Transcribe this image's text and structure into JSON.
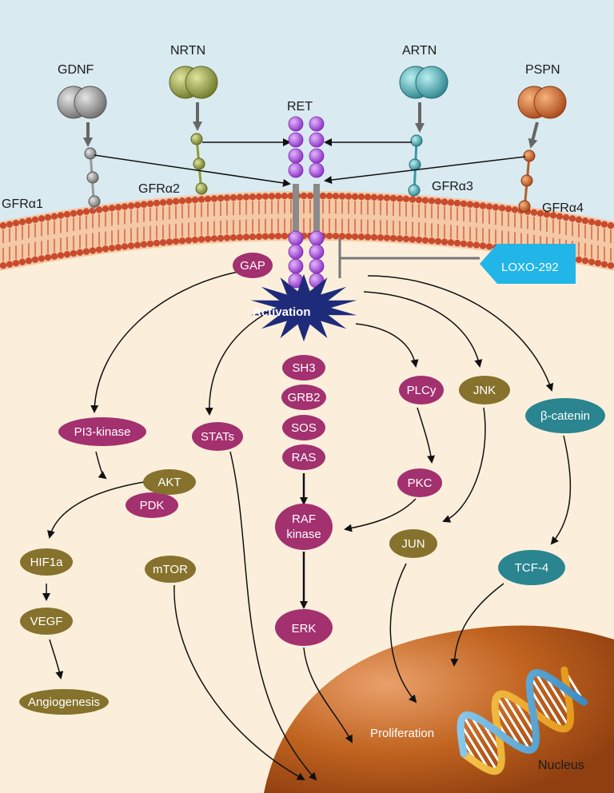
{
  "ligands": {
    "gdnf": "GDNF",
    "nrtn": "NRTN",
    "artn": "ARTN",
    "pspn": "PSPN"
  },
  "receptors": {
    "gfra1": "GFRα1",
    "gfra2": "GFRα2",
    "gfra3": "GFRα3",
    "gfra4": "GFRα4"
  },
  "ret": "RET",
  "inhibitor": "LOXO-292",
  "activation": "Activation",
  "nodes": {
    "gap": "GAP",
    "pi3k": "PI3-kinase",
    "akt": "AKT",
    "pdk": "PDK",
    "hif1a": "HIF1a",
    "vegf": "VEGF",
    "angiogenesis": "Angiogenesis",
    "mtor": "mTOR",
    "stats": "STATs",
    "sh3": "SH3",
    "grb2": "GRB2",
    "sos": "SOS",
    "ras": "RAS",
    "raf_line1": "RAF",
    "raf_line2": "kinase",
    "erk": "ERK",
    "plcy": "PLCy",
    "pkc": "PKC",
    "jnk": "JNK",
    "jun": "JUN",
    "bcatenin": "β-catenin",
    "tcf4": "TCF-4"
  },
  "nucleus": {
    "proliferation": "Proliferation",
    "nucleus": "Nucleus"
  },
  "colors": {
    "extracellular": "#d9eaf0",
    "cytoplasm": "#fbefdc",
    "membrane": "#c94b2d",
    "ret_purple": "#9b3fd1",
    "magenta_node": "#a3306f",
    "olive_node": "#86722c",
    "teal_node": "#2a8590",
    "inhibitor": "#22b5e8",
    "activation_star": "#1e2b7a",
    "nucleus": "#b5581c"
  }
}
